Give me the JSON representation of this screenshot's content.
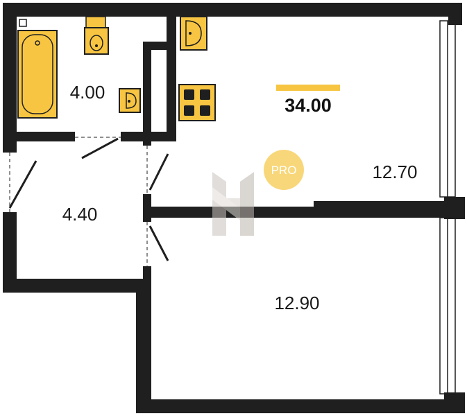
{
  "plan": {
    "total_area": "34.00",
    "rooms": [
      {
        "id": "bathroom",
        "area": "4.00"
      },
      {
        "id": "hallway",
        "area": "4.40"
      },
      {
        "id": "kitchen-living",
        "area": "12.70"
      },
      {
        "id": "bedroom",
        "area": "12.90"
      }
    ],
    "badge": "PRO"
  },
  "colors": {
    "wall": "#1f1f1f",
    "fixture": "#f7c542",
    "accent_bar": "#f7c542",
    "badge": "#f8d77a",
    "watermark": "#c9c2bd"
  }
}
